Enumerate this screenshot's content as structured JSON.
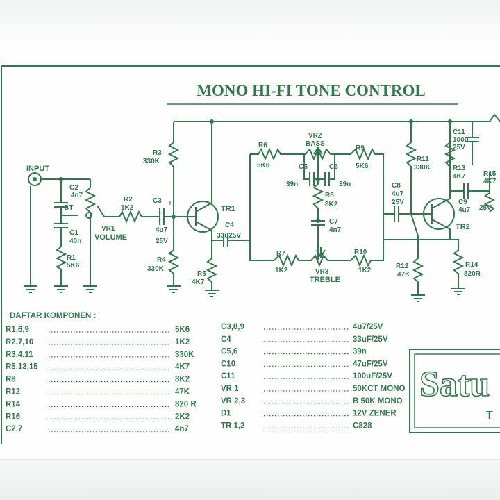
{
  "title": "MONO HI-FI TONE CONTROL",
  "labels": {
    "input": "INPUT",
    "c2": "C2",
    "c2v": "4n7",
    "ct": "CT",
    "c1": "C1",
    "c1v": "40n",
    "r1": "R1",
    "r1v": "5K6",
    "r2": "R2",
    "r2v": "1K2",
    "vr1": "VR1",
    "vol": "VOLUME",
    "c3": "C3",
    "c3v": "4u7",
    "c3v2": "25V",
    "r3": "R3",
    "r3v": "330K",
    "r4": "R4",
    "r4v": "330K",
    "tr1": "TR1",
    "c4": "C4",
    "c4v": "33u25V",
    "r5": "R5",
    "r5v": "4K7",
    "r6": "R6",
    "r6v": "5K6",
    "vr2": "VR2",
    "bass": "BASS",
    "c5": "C5",
    "c6": "C6",
    "c5v": "39n",
    "c6v": "39n",
    "r8": "R8",
    "r8v": "8K2",
    "c7": "C7",
    "c7v": "4n7",
    "r9": "R9",
    "r9v": "5K6",
    "r7": "R7",
    "r7v": "1K2",
    "vr3": "VR3",
    "treble": "TREBLE",
    "r10": "R10",
    "r10v": "1K2",
    "c8": "C8",
    "c8v": "4u7",
    "c8v2": "25V",
    "r11": "R11",
    "r11v": "330K",
    "r12": "R12",
    "r12v": "47K",
    "tr2": "TR2",
    "c11": "C11",
    "c11v": "100u",
    "c11v2": "25V",
    "r13": "R13",
    "r13v": "4K7",
    "c9": "C9",
    "c9v": "4u7",
    "c9v2": "25V",
    "r14": "R14",
    "r14v": "820R",
    "r15": "R15",
    "r15v": "4K7",
    "plus": "+"
  },
  "components": {
    "heading": "DAFTAR KOMPONEN :",
    "left": [
      {
        "part": "R1,6,9",
        "value": "5K6"
      },
      {
        "part": "R2,7,10",
        "value": "1K2"
      },
      {
        "part": "R3,4,11",
        "value": "330K"
      },
      {
        "part": "R5,13,15",
        "value": "4K7"
      },
      {
        "part": "R8",
        "value": "8K2"
      },
      {
        "part": "R12",
        "value": "47K"
      },
      {
        "part": "R14",
        "value": "820 R"
      },
      {
        "part": "R16",
        "value": "2K2"
      },
      {
        "part": "C2,7",
        "value": "4n7"
      }
    ],
    "right": [
      {
        "part": "C3,8,9",
        "value": "4u7/25V"
      },
      {
        "part": "C4",
        "value": "33uF/25V"
      },
      {
        "part": "C5,6",
        "value": "39n"
      },
      {
        "part": "C10",
        "value": "47uF/25V"
      },
      {
        "part": "C11",
        "value": "100uF/25V"
      },
      {
        "part": "VR 1",
        "value": "50KCT MONO"
      },
      {
        "part": "VR 2,3",
        "value": "B 50K MONO"
      },
      {
        "part": "D1",
        "value": "12V ZENER"
      },
      {
        "part": "TR 1,2",
        "value": "C828"
      }
    ]
  },
  "brand": {
    "text": "Satu",
    "sub": "T"
  }
}
